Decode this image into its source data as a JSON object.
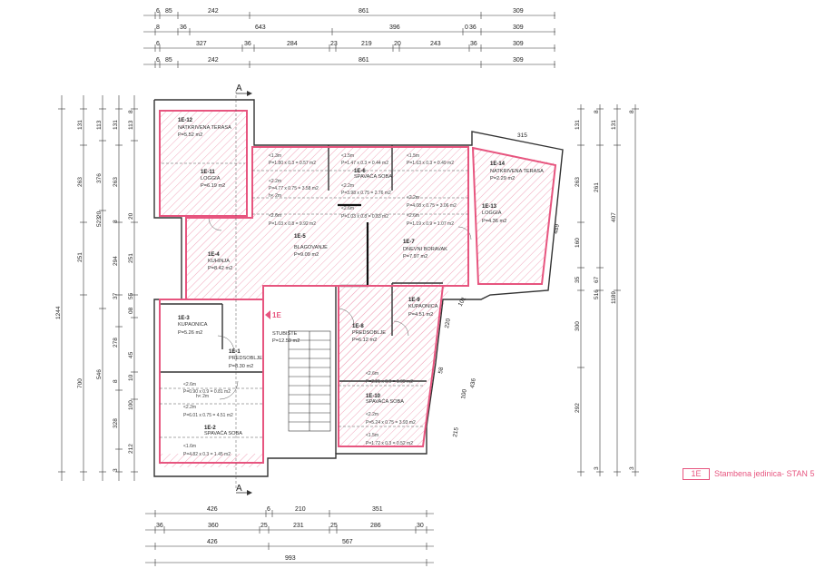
{
  "top_dimensions": {
    "row1": [
      "6",
      "85",
      "242",
      "861",
      "309"
    ],
    "row2": [
      "8",
      "36",
      "643",
      "396",
      "0",
      "36",
      "309"
    ],
    "row3": [
      "6",
      "327",
      "36",
      "284",
      "23",
      "219",
      "20",
      "243",
      "36",
      "309"
    ],
    "row4": [
      "6",
      "85",
      "242",
      "861",
      "309"
    ]
  },
  "bottom_dimensions": {
    "row1": [
      "426",
      "6",
      "210",
      "351"
    ],
    "row2": [
      "36",
      "360",
      "25",
      "231",
      "25",
      "286",
      "30"
    ],
    "row3": [
      "426",
      "567"
    ],
    "row4": [
      "993"
    ]
  },
  "left_dimensions": {
    "col1": [
      "1244"
    ],
    "col2": [
      "131",
      "263",
      "251",
      "700"
    ],
    "col3": [
      "113",
      "376",
      "20",
      "523",
      "546"
    ],
    "col4": [
      "131",
      "263",
      "8",
      "294",
      "37",
      "278",
      "8",
      "328",
      "3"
    ],
    "col5": [
      "8",
      "113",
      "20",
      "251",
      "55",
      "08",
      "45",
      "10",
      "100",
      "212"
    ]
  },
  "right_dimensions": {
    "col1": [
      "131",
      "263",
      "160",
      "35",
      "300",
      "292"
    ],
    "col2": [
      "8",
      "261",
      "67",
      "516",
      "3"
    ],
    "col3": [
      "131",
      "407",
      "1189"
    ],
    "col4": [
      "8",
      "3"
    ]
  },
  "plan_dimensions": {
    "d315": "315",
    "d489": "489",
    "d101": "101",
    "d220": "220",
    "d58": "58",
    "d100": "100",
    "d436": "436",
    "d215": "215"
  },
  "section_marker": "A",
  "unit_tag": "1E",
  "rooms": [
    {
      "id": "1E-12",
      "name": "NATKRIVENA TERASA",
      "area": "P=5.52 m2"
    },
    {
      "id": "1E-11",
      "name": "LOGGIA",
      "area": "P=6.19 m2"
    },
    {
      "id": "1E-4",
      "name": "KUHINJA",
      "area": "P=8.42 m2"
    },
    {
      "id": "1E-5",
      "name": "BLAGOVANJE",
      "area": "P=9.09 m2"
    },
    {
      "id": "1E-6",
      "name": "SPAVAĆA SOBA",
      "area": ""
    },
    {
      "id": "1E-7",
      "name": "DNEVNI BORAVAK",
      "area": "P=7.97 m2"
    },
    {
      "id": "1E-14",
      "name": "NATKRIVENA TERASA",
      "area": "P=2.29 m2"
    },
    {
      "id": "1E-13",
      "name": "LOGGIA",
      "area": "P=4.36 m2"
    },
    {
      "id": "1E-3",
      "name": "KUPAONICA",
      "area": "P=5.26 m2"
    },
    {
      "id": "1E-1",
      "name": "PREDSOBLJE",
      "area": "P=8.30 m2"
    },
    {
      "id": "1E-2",
      "name": "SPAVAĆA SOBA",
      "area": ""
    },
    {
      "id": "",
      "name": "STUBIŠTE",
      "area": "P=12.59 m2"
    },
    {
      "id": "1E-8",
      "name": "PREDSOBLJE",
      "area": "P=6.12 m2"
    },
    {
      "id": "1E-9",
      "name": "KUPAONICA",
      "area": "P=4.51 m2"
    },
    {
      "id": "1E-10",
      "name": "SPAVAĆA SOBA",
      "area": ""
    }
  ],
  "area_notes": {
    "r5_a": "<1.3m",
    "r5_b": "P=1.80 x 0.3 = 0.57 m2",
    "r5_c": "<2.2m",
    "r5_d": "P=4.77 x 0.75 = 3.58 m2",
    "r5_e": "h< 2m",
    "r5_f": "<2.6m",
    "r5_g": "P=1.03 x 0.8 = 9.92 m2",
    "r6_a": "<1.5m",
    "r6_b": "P=1.47 x 0.3 = 0.44 m2",
    "r6_c": "<2.2m",
    "r6_d": "P=3.98 x 0.75 = 2.76 m2",
    "r6_e": "<2.6m",
    "r6_f": "P=1.03 x 0.8 = 0.83 m2",
    "r7_a": "<1.5m",
    "r7_b": "P=1.63 x 0.3 = 0.49 m2",
    "r7_c": "<2.2m",
    "r7_d": "P=4.08 x 0.75 = 3.06 m2",
    "r7_e": "<2.6m",
    "r7_f": "P=1.19 x 0.9 = 1.07 m2",
    "r1_a": "<2.6m",
    "r1_b": "P=0.90 x 0.9 = 0.81 m2",
    "r1_c": "h< 2m",
    "r2_a": "<2.2m",
    "r2_b": "P=6.01 x 0.75 = 4.51 m2",
    "r2_c": "<1.6m",
    "r2_d": "P=4.82 x 0.3 = 1.45 m2",
    "r8_a": "<2.6m",
    "r8_b": "P=2.21 x 0.9 = 1.99 m2",
    "r10_a": "<2.2m",
    "r10_b": "P=5.24 x 0.75 = 3.93 m2",
    "r10_c": "<1.5m",
    "r10_d": "P=1.72 x 0.3 = 0.52 m2"
  },
  "legend": {
    "tag": "1E",
    "text": "Stambena jedinica- STAN 5"
  },
  "colors": {
    "unit_outline": "#e7557f",
    "hatch": "#f2a9be",
    "wall": "#333333"
  }
}
